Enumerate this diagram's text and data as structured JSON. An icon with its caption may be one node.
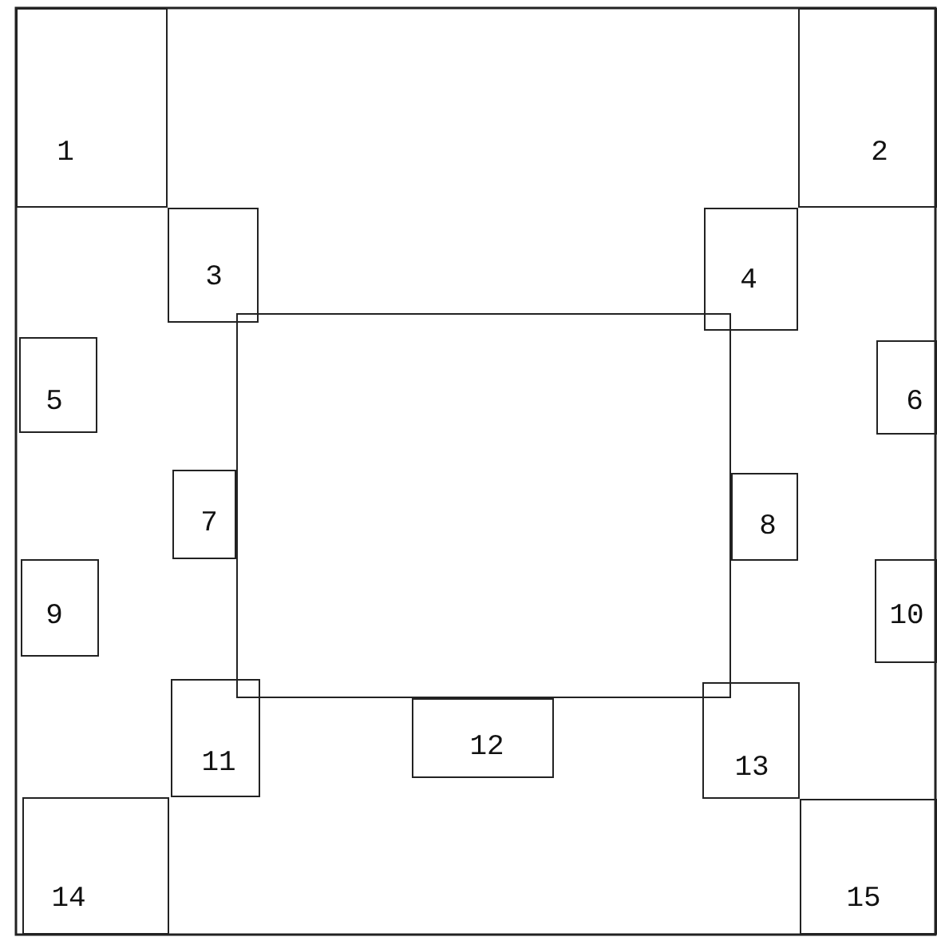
{
  "diagram": {
    "nodes": [
      {
        "text": [
          "1"
        ]
      },
      {
        "text": [
          "2"
        ]
      },
      {
        "text": [
          "3"
        ]
      },
      {
        "text": [
          "4"
        ]
      },
      {
        "text": [
          "5"
        ]
      },
      {
        "text": [
          "6"
        ]
      },
      {
        "text": [
          "7"
        ]
      },
      {
        "text": [
          "8"
        ]
      },
      {
        "text": [
          "9"
        ]
      },
      {
        "text": [
          "10"
        ]
      },
      {
        "text": [
          "11"
        ]
      },
      {
        "text": [
          "12"
        ]
      },
      {
        "text": [
          "13"
        ]
      },
      {
        "text": [
          "14"
        ]
      },
      {
        "text": [
          "15"
        ]
      },
      {
        "text": [],
        "shape": "box"
      }
    ]
  }
}
